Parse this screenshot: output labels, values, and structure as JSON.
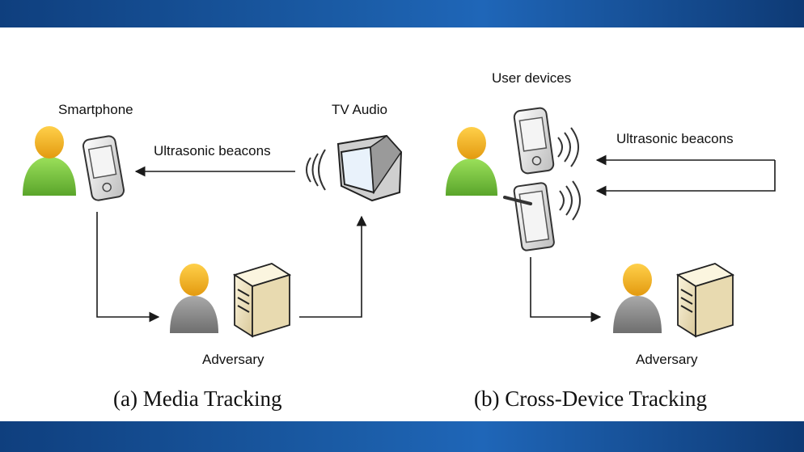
{
  "colors": {
    "band": "#1b5da8",
    "user_body": "#7ac943",
    "user_head": "#f7b21f",
    "adversary_body": "#8c8c8c",
    "server": "#efe4bf",
    "line": "#1a1a1a"
  },
  "panel_a": {
    "smartphone_label": "Smartphone",
    "tv_label": "TV Audio",
    "beacon_label": "Ultrasonic beacons",
    "adversary_label": "Adversary",
    "caption": "(a) Media Tracking"
  },
  "panel_b": {
    "devices_label": "User devices",
    "beacon_label": "Ultrasonic beacons",
    "adversary_label": "Adversary",
    "caption": "(b) Cross-Device Tracking"
  }
}
